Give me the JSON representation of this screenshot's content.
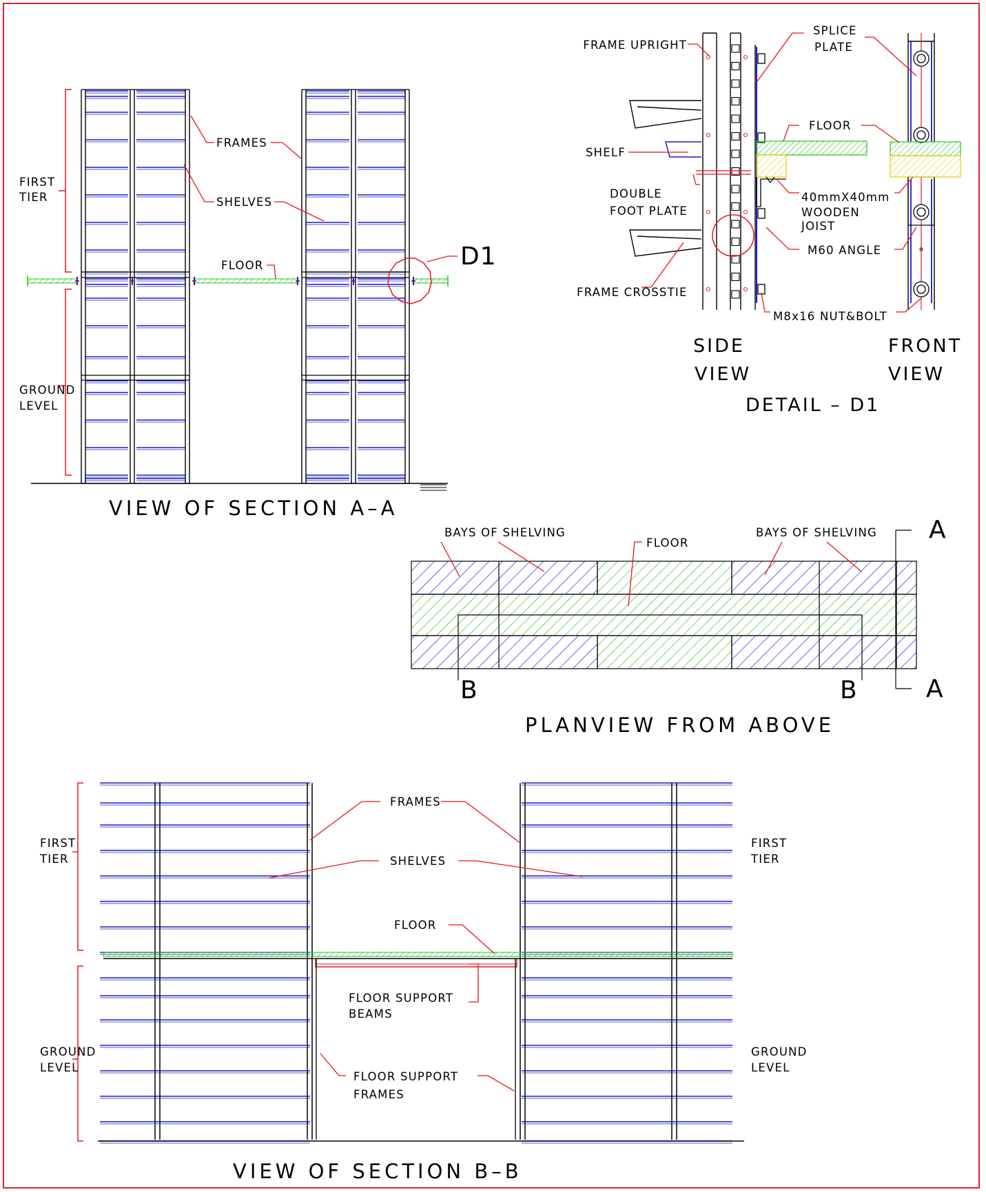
{
  "drawing": {
    "section_aa": {
      "title": "VIEW OF SECTION A–A",
      "labels": {
        "first_tier": [
          "FIRST",
          "TIER"
        ],
        "ground_level": [
          "GROUND",
          "LEVEL"
        ],
        "frames": "FRAMES",
        "shelves": "SHELVES",
        "floor": "FLOOR",
        "detail_ref": "D1"
      }
    },
    "detail_d1": {
      "title": "DETAIL – D1",
      "side_view": [
        "SIDE",
        "VIEW"
      ],
      "front_view": [
        "FRONT",
        "VIEW"
      ],
      "labels": {
        "frame_upright": "FRAME UPRIGHT",
        "splice_plate": [
          "SPLICE",
          "PLATE"
        ],
        "floor": "FLOOR",
        "shelf": "SHELF",
        "double_foot_plate": [
          "DOUBLE",
          "FOOT PLATE"
        ],
        "wooden_joist": [
          "40mmX40mm",
          "WOODEN",
          "JOIST"
        ],
        "m60_angle": "M60 ANGLE",
        "frame_crosstie": "FRAME CROSSTIE",
        "nut_bolt": "M8x16 NUT&BOLT"
      }
    },
    "planview": {
      "title": "PLANVIEW FROM ABOVE",
      "labels": {
        "bays_left": "BAYS OF SHELVING",
        "floor": "FLOOR",
        "bays_right": "BAYS OF SHELVING",
        "section_a": "A",
        "section_b": "B"
      }
    },
    "section_bb": {
      "title": "VIEW OF SECTION B–B",
      "labels": {
        "first_tier": [
          "FIRST",
          "TIER"
        ],
        "ground_level": [
          "GROUND",
          "LEVEL"
        ],
        "frames": "FRAMES",
        "shelves": "SHELVES",
        "floor": "FLOOR",
        "floor_support_beams": [
          "FLOOR SUPPORT",
          "BEAMS"
        ],
        "floor_support_frames": [
          "FLOOR SUPPORT",
          "FRAMES"
        ]
      }
    }
  },
  "colors": {
    "border": "#d9232b",
    "leader": "#e8141c",
    "shelf": "#1a1ad0",
    "floor": "#1fc41f",
    "joist": "#e0d000",
    "line": "#000000"
  }
}
